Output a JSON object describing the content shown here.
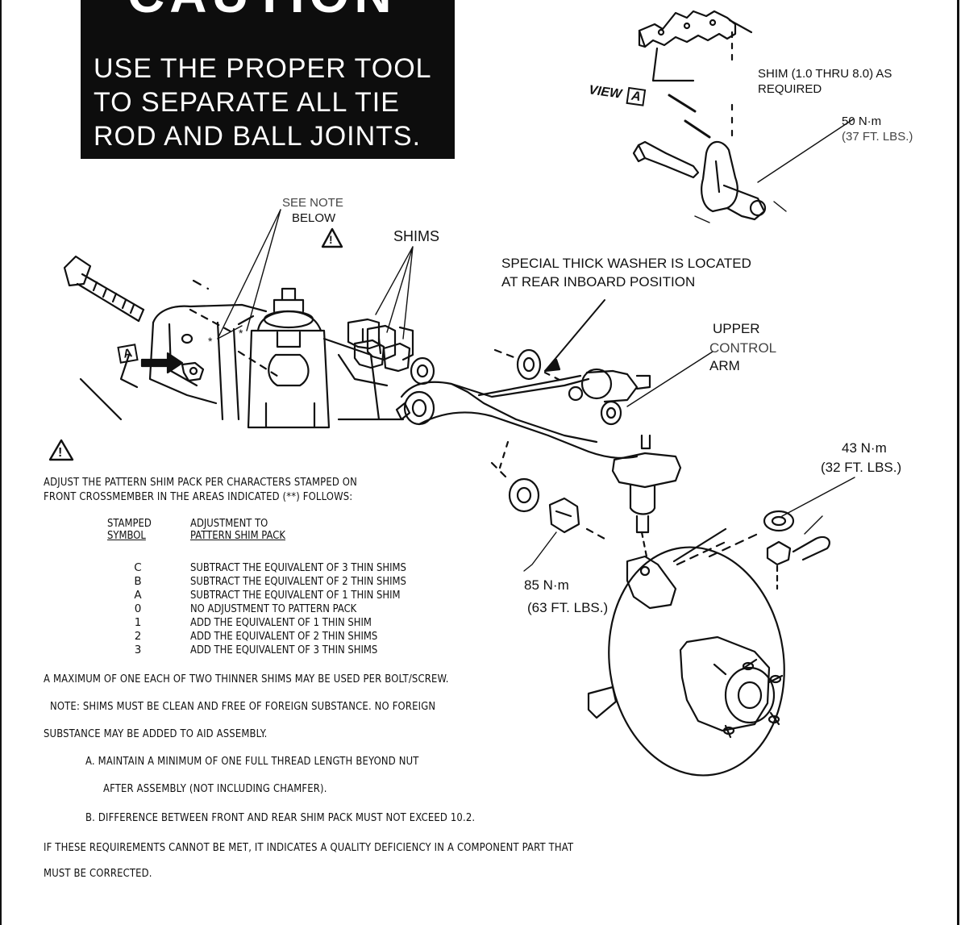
{
  "caution": {
    "title": "CAUTION",
    "lines": [
      "USE THE PROPER TOOL",
      "TO SEPARATE ALL TIE",
      "ROD AND BALL JOINTS."
    ]
  },
  "callouts": {
    "view_a": "VIEW",
    "view_a_letter": "A",
    "shim_range_line1": "SHIM (1.0 THRU 8.0) AS",
    "shim_range_line2": "REQUIRED",
    "torque_top_nm": "50 N·m",
    "torque_top_ftlbs": "(37 FT. LBS.)",
    "see_note_line1": "SEE NOTE",
    "see_note_line2": "BELOW",
    "shims": "SHIMS",
    "washer_line1": "SPECIAL THICK WASHER IS LOCATED",
    "washer_line2": "AT REAR INBOARD POSITION",
    "upper_line1": "UPPER",
    "upper_line2": "CONTROL",
    "upper_line3": "ARM",
    "inset_a_letter": "A",
    "torque_right_nm": "43 N·m",
    "torque_right_ftlbs": "(32 FT. LBS.)",
    "torque_mid_nm": "85 N·m",
    "torque_mid_ftlbs": "(63 FT. LBS.)"
  },
  "notes": {
    "adjust_line1": "ADJUST THE PATTERN SHIM PACK PER CHARACTERS STAMPED ON",
    "adjust_line2": "FRONT CROSSMEMBER IN THE AREAS INDICATED (**) FOLLOWS:",
    "col1_line1": "STAMPED",
    "col1_line2": "SYMBOL",
    "col2_line1": "ADJUSTMENT TO",
    "col2_line2": "PATTERN SHIM PACK",
    "rows": [
      {
        "symbol": "C",
        "text": "SUBTRACT THE EQUIVALENT OF 3 THIN SHIMS"
      },
      {
        "symbol": "B",
        "text": "SUBTRACT THE EQUIVALENT OF 2 THIN SHIMS"
      },
      {
        "symbol": "A",
        "text": "SUBTRACT THE EQUIVALENT OF 1 THIN SHIM"
      },
      {
        "symbol": "0",
        "text": "NO ADJUSTMENT TO PATTERN PACK"
      },
      {
        "symbol": "1",
        "text": "ADD THE EQUIVALENT OF 1 THIN SHIM"
      },
      {
        "symbol": "2",
        "text": "ADD THE EQUIVALENT OF 2 THIN SHIMS"
      },
      {
        "symbol": "3",
        "text": "ADD THE EQUIVALENT OF 3 THIN SHIMS"
      }
    ],
    "max_line": "A MAXIMUM OF ONE EACH OF TWO THINNER SHIMS MAY BE USED PER BOLT/SCREW.",
    "note_line1": "NOTE: SHIMS MUST BE CLEAN AND FREE OF FOREIGN SUBSTANCE. NO FOREIGN",
    "note_line2": "SUBSTANCE MAY BE ADDED TO AID ASSEMBLY.",
    "a_line1": "A. MAINTAIN A MINIMUM OF ONE FULL THREAD LENGTH BEYOND NUT",
    "a_line2": "AFTER ASSEMBLY (NOT INCLUDING CHAMFER).",
    "b_line": "B. DIFFERENCE BETWEEN FRONT AND REAR SHIM PACK MUST NOT EXCEED 10.2.",
    "if_line1": "IF THESE REQUIREMENTS CANNOT BE MET, IT INDICATES A QUALITY DEFICIENCY IN A COMPONENT PART THAT",
    "if_line2": "MUST BE CORRECTED."
  }
}
